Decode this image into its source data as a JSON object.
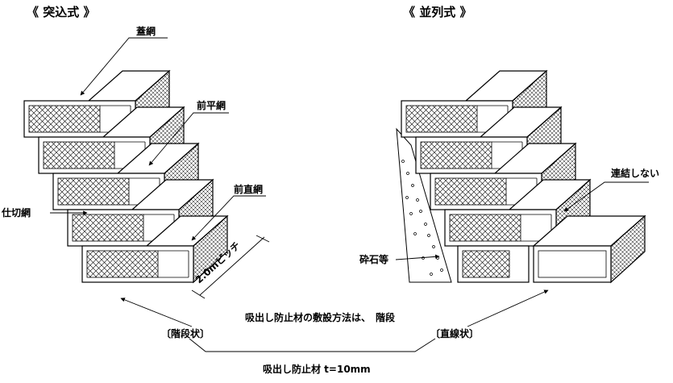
{
  "titles": {
    "left": "《 突込式 》",
    "right": "《 並列式 》"
  },
  "labels": {
    "lid_net": "蓋網",
    "front_flat_net": "前平網",
    "front_vertical_net": "前直網",
    "partition_net": "仕切網",
    "pitch": "2.0mピッチ",
    "crushed_stone": "砕石等",
    "not_connected": "連結しない",
    "step_shape": "〔階段状〕",
    "linear_shape": "〔直線状〕",
    "laying_method": "吸出し防止材の敷設方法は、　階段",
    "material_thickness": "吸出し防止材 t=10mm"
  },
  "colors": {
    "line": "#000000",
    "background": "#ffffff"
  }
}
